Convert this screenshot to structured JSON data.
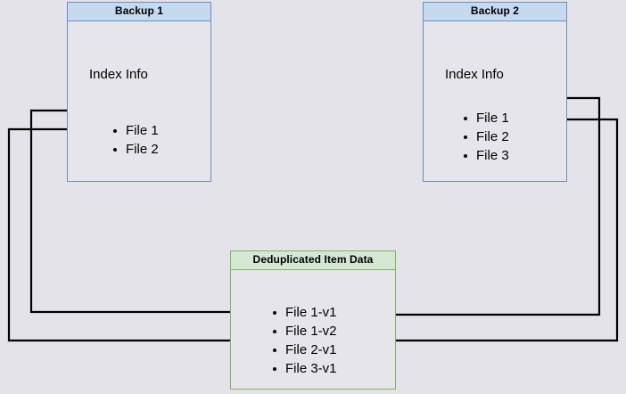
{
  "diagram": {
    "title_semantics": "backup-deduplication-diagram",
    "background_color": "#e4e3ea",
    "node_fill": "#e6e5eb",
    "blue_border": "#6c8ebf",
    "blue_header_fill": "#c5d9f1",
    "green_border": "#82b366",
    "green_header_fill": "#d5e8d4",
    "edge_color": "#000000"
  },
  "nodes": {
    "backup1": {
      "header": "Backup 1",
      "body_label": "Index Info",
      "items": [
        "File 1",
        "File 2"
      ]
    },
    "backup2": {
      "header": "Backup 2",
      "body_label": "Index Info",
      "items": [
        "File 1",
        "File 2",
        "File 3"
      ]
    },
    "dedup": {
      "header": "Deduplicated Item Data",
      "items": [
        "File 1-v1",
        "File 1-v2",
        "File 2-v1",
        "File 3-v1"
      ]
    }
  },
  "edges": [
    {
      "name": "backup1-file1-to-dedup-file1v1",
      "from": "Backup 1 / File 1",
      "to": "Deduplicated Item Data / File 1-v1"
    },
    {
      "name": "backup1-file2-to-dedup-file2v1",
      "from": "Backup 1 / File 2",
      "to": "Deduplicated Item Data / File 2-v1"
    },
    {
      "name": "backup2-file1-to-dedup-file1v2",
      "from": "Backup 2 / File 1",
      "to": "Deduplicated Item Data / File 1-v2"
    },
    {
      "name": "backup2-file2-to-dedup-file2v1",
      "from": "Backup 2 / File 2",
      "to": "Deduplicated Item Data / File 2-v1"
    }
  ]
}
